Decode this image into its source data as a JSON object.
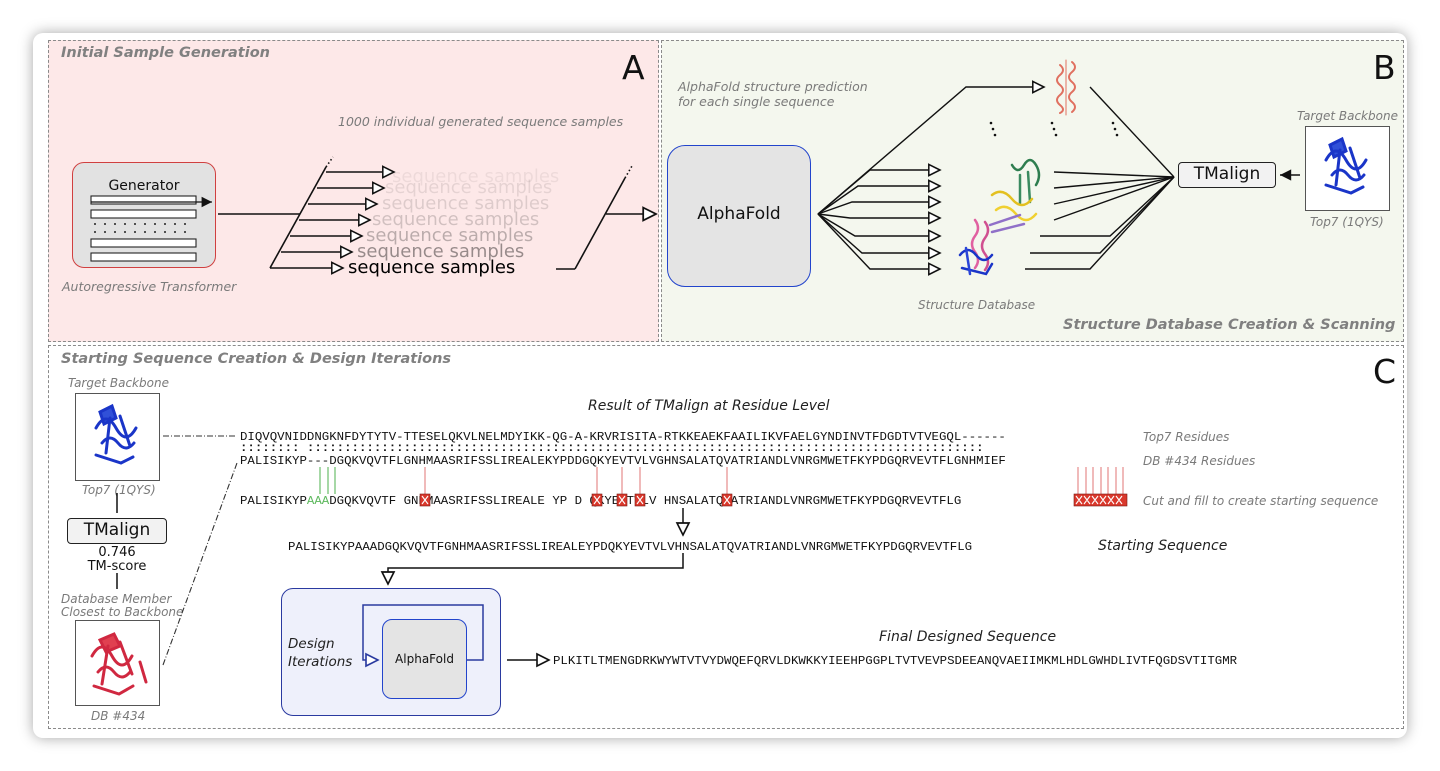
{
  "panel_a": {
    "section_title": "Initial Sample Generation",
    "letter": "A",
    "generator_label": "Generator",
    "generator_caption": "Autoregressive Transformer",
    "samples_caption": "1000 individual generated sequence samples",
    "sample_label": "sequence samples"
  },
  "panel_b": {
    "letter": "B",
    "prediction_caption_line1": "AlphaFold structure prediction",
    "prediction_caption_line2": "for each single sequence",
    "alphafold_label": "AlphaFold",
    "tmalign_label": "TMalign",
    "target_backbone_label": "Target Backbone",
    "target_name": "Top7 (1QYS)",
    "database_caption": "Structure Database",
    "section_title": "Structure Database Creation & Scanning"
  },
  "panel_c": {
    "section_title": "Starting Sequence Creation & Design Iterations",
    "letter": "C",
    "target_backbone_label": "Target Backbone",
    "target_name": "Top7 (1QYS)",
    "tmalign_label": "TMalign",
    "tm_score_value": "0.746",
    "tm_score_label": "TM-score",
    "db_member_line1": "Database Member",
    "db_member_line2": "Closest to Backbone",
    "db_name": "DB #434",
    "residue_title": "Result of TMalign at Residue Level",
    "top7_seq": "DIQVQVNIDDNGKNFDYTYTV-TTESELQKVLNELMDYIKK-QG-A-KRVRISITA-RTKKEAEKFAAILIKVFAELGYNDINVTFDGDTVTVEGQL------",
    "match_line": ":::::::: :::::::::::::::::::::::::::::::::::::::::::::::::::::::::::::::::::::::::::::::::::::::::::",
    "db_seq": "PALISIKYP---DGQKVQVTFLGNHMAASRIFSSLIREALEKYPDDGQKYEVTVLVGHNSALATQVATRIANDLVNRGMWETFKYPDGQRVEVTFLGNHMIEF",
    "top7_residues_label": "Top7 Residues",
    "db_residues_label": "DB #434  Residues",
    "cut_fill_seq_part1": "PALISIKYP",
    "cut_fill_fill": "AAA",
    "cut_fill_seq_part2": "DGQKVQVTF",
    "cut_fill_seq_part3": "GNHMAASRIFSSLIREALE",
    "cut_fill_seq_part4": "YP",
    "cut_fill_seq_part5": "D",
    "cut_fill_seq_part6": "QKYEVTVLV",
    "cut_fill_seq_part7": "HNSALATQVATRIANDLVNRGMWETFKYPDGQRVEVTFLG",
    "cut_fill_label": "Cut and fill to create starting sequence",
    "starting_seq": "PALISIKYPAAADGQKVQVTFGNHMAASRIFSSLIREALEYPDQKYEVTVLVHNSALATQVATRIANDLVNRGMWETFKYPDGQRVEVTFLG",
    "starting_label": "Starting Sequence",
    "design_label_line1": "Design",
    "design_label_line2": "Iterations",
    "alphafold_label": "AlphaFold",
    "final_title": "Final Designed Sequence",
    "final_seq": "PLKITLTMENGDRKWYWTVTVYDWQEFQRVLDKWKKYIEEHPGGPLTVTVEVPSDEEANQVAEIIMKMLHDLGWHDLIVTFQGDSVTITGMR"
  },
  "colors": {
    "panel_a_bg": "#fde8e8",
    "panel_b_bg": "#f4f7ee",
    "alphafold_border": "#2244cc",
    "generator_border": "#d04040",
    "fill_green": "#5cb85c",
    "cut_red": "#d9382c"
  }
}
